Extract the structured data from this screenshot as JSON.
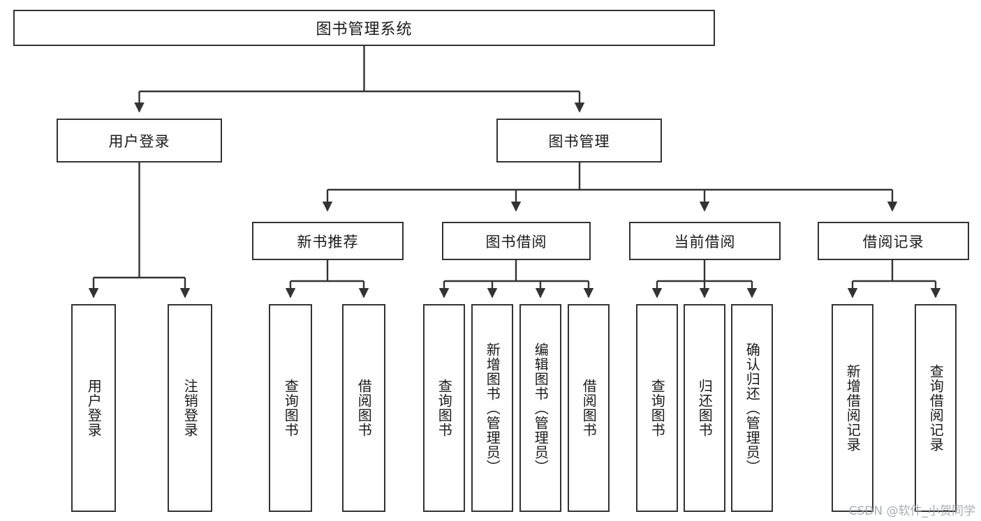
{
  "diagram": {
    "type": "tree-hierarchy",
    "title_box": {
      "label": "图书管理系统"
    },
    "level2": [
      {
        "id": "user-login",
        "label": "用户登录"
      },
      {
        "id": "book-management",
        "label": "图书管理"
      }
    ],
    "level3": [
      {
        "id": "new-book-recommend",
        "label": "新书推荐",
        "parent": "book-management"
      },
      {
        "id": "book-borrow",
        "label": "图书借阅",
        "parent": "book-management"
      },
      {
        "id": "current-borrow",
        "label": "当前借阅",
        "parent": "book-management"
      },
      {
        "id": "borrow-record",
        "label": "借阅记录",
        "parent": "book-management"
      }
    ],
    "leaves": {
      "user_login": [
        {
          "id": "leaf-user-login",
          "label": "用户登录"
        },
        {
          "id": "leaf-logout-login",
          "label": "注销登录"
        }
      ],
      "new_book_recommend": [
        {
          "id": "leaf-query-book-1",
          "label": "查询图书"
        },
        {
          "id": "leaf-borrow-book-1",
          "label": "借阅图书"
        }
      ],
      "book_borrow": [
        {
          "id": "leaf-query-book-2",
          "label": "查询图书"
        },
        {
          "id": "leaf-add-book",
          "label": "新增图书（管理员）"
        },
        {
          "id": "leaf-edit-book",
          "label": "编辑图书（管理员）"
        },
        {
          "id": "leaf-borrow-book-2",
          "label": "借阅图书"
        }
      ],
      "current_borrow": [
        {
          "id": "leaf-query-book-3",
          "label": "查询图书"
        },
        {
          "id": "leaf-return-book",
          "label": "归还图书"
        },
        {
          "id": "leaf-confirm-return",
          "label": "确认归还（管理员）"
        }
      ],
      "borrow_record": [
        {
          "id": "leaf-add-record",
          "label": "新增借阅记录"
        },
        {
          "id": "leaf-query-record",
          "label": "查询借阅记录"
        }
      ]
    },
    "watermark": "CSDN @软件_小贺同学",
    "colors": {
      "stroke": "#333333",
      "text": "#1a1a1a",
      "background": "#ffffff",
      "watermark": "#9aa0a6"
    }
  }
}
